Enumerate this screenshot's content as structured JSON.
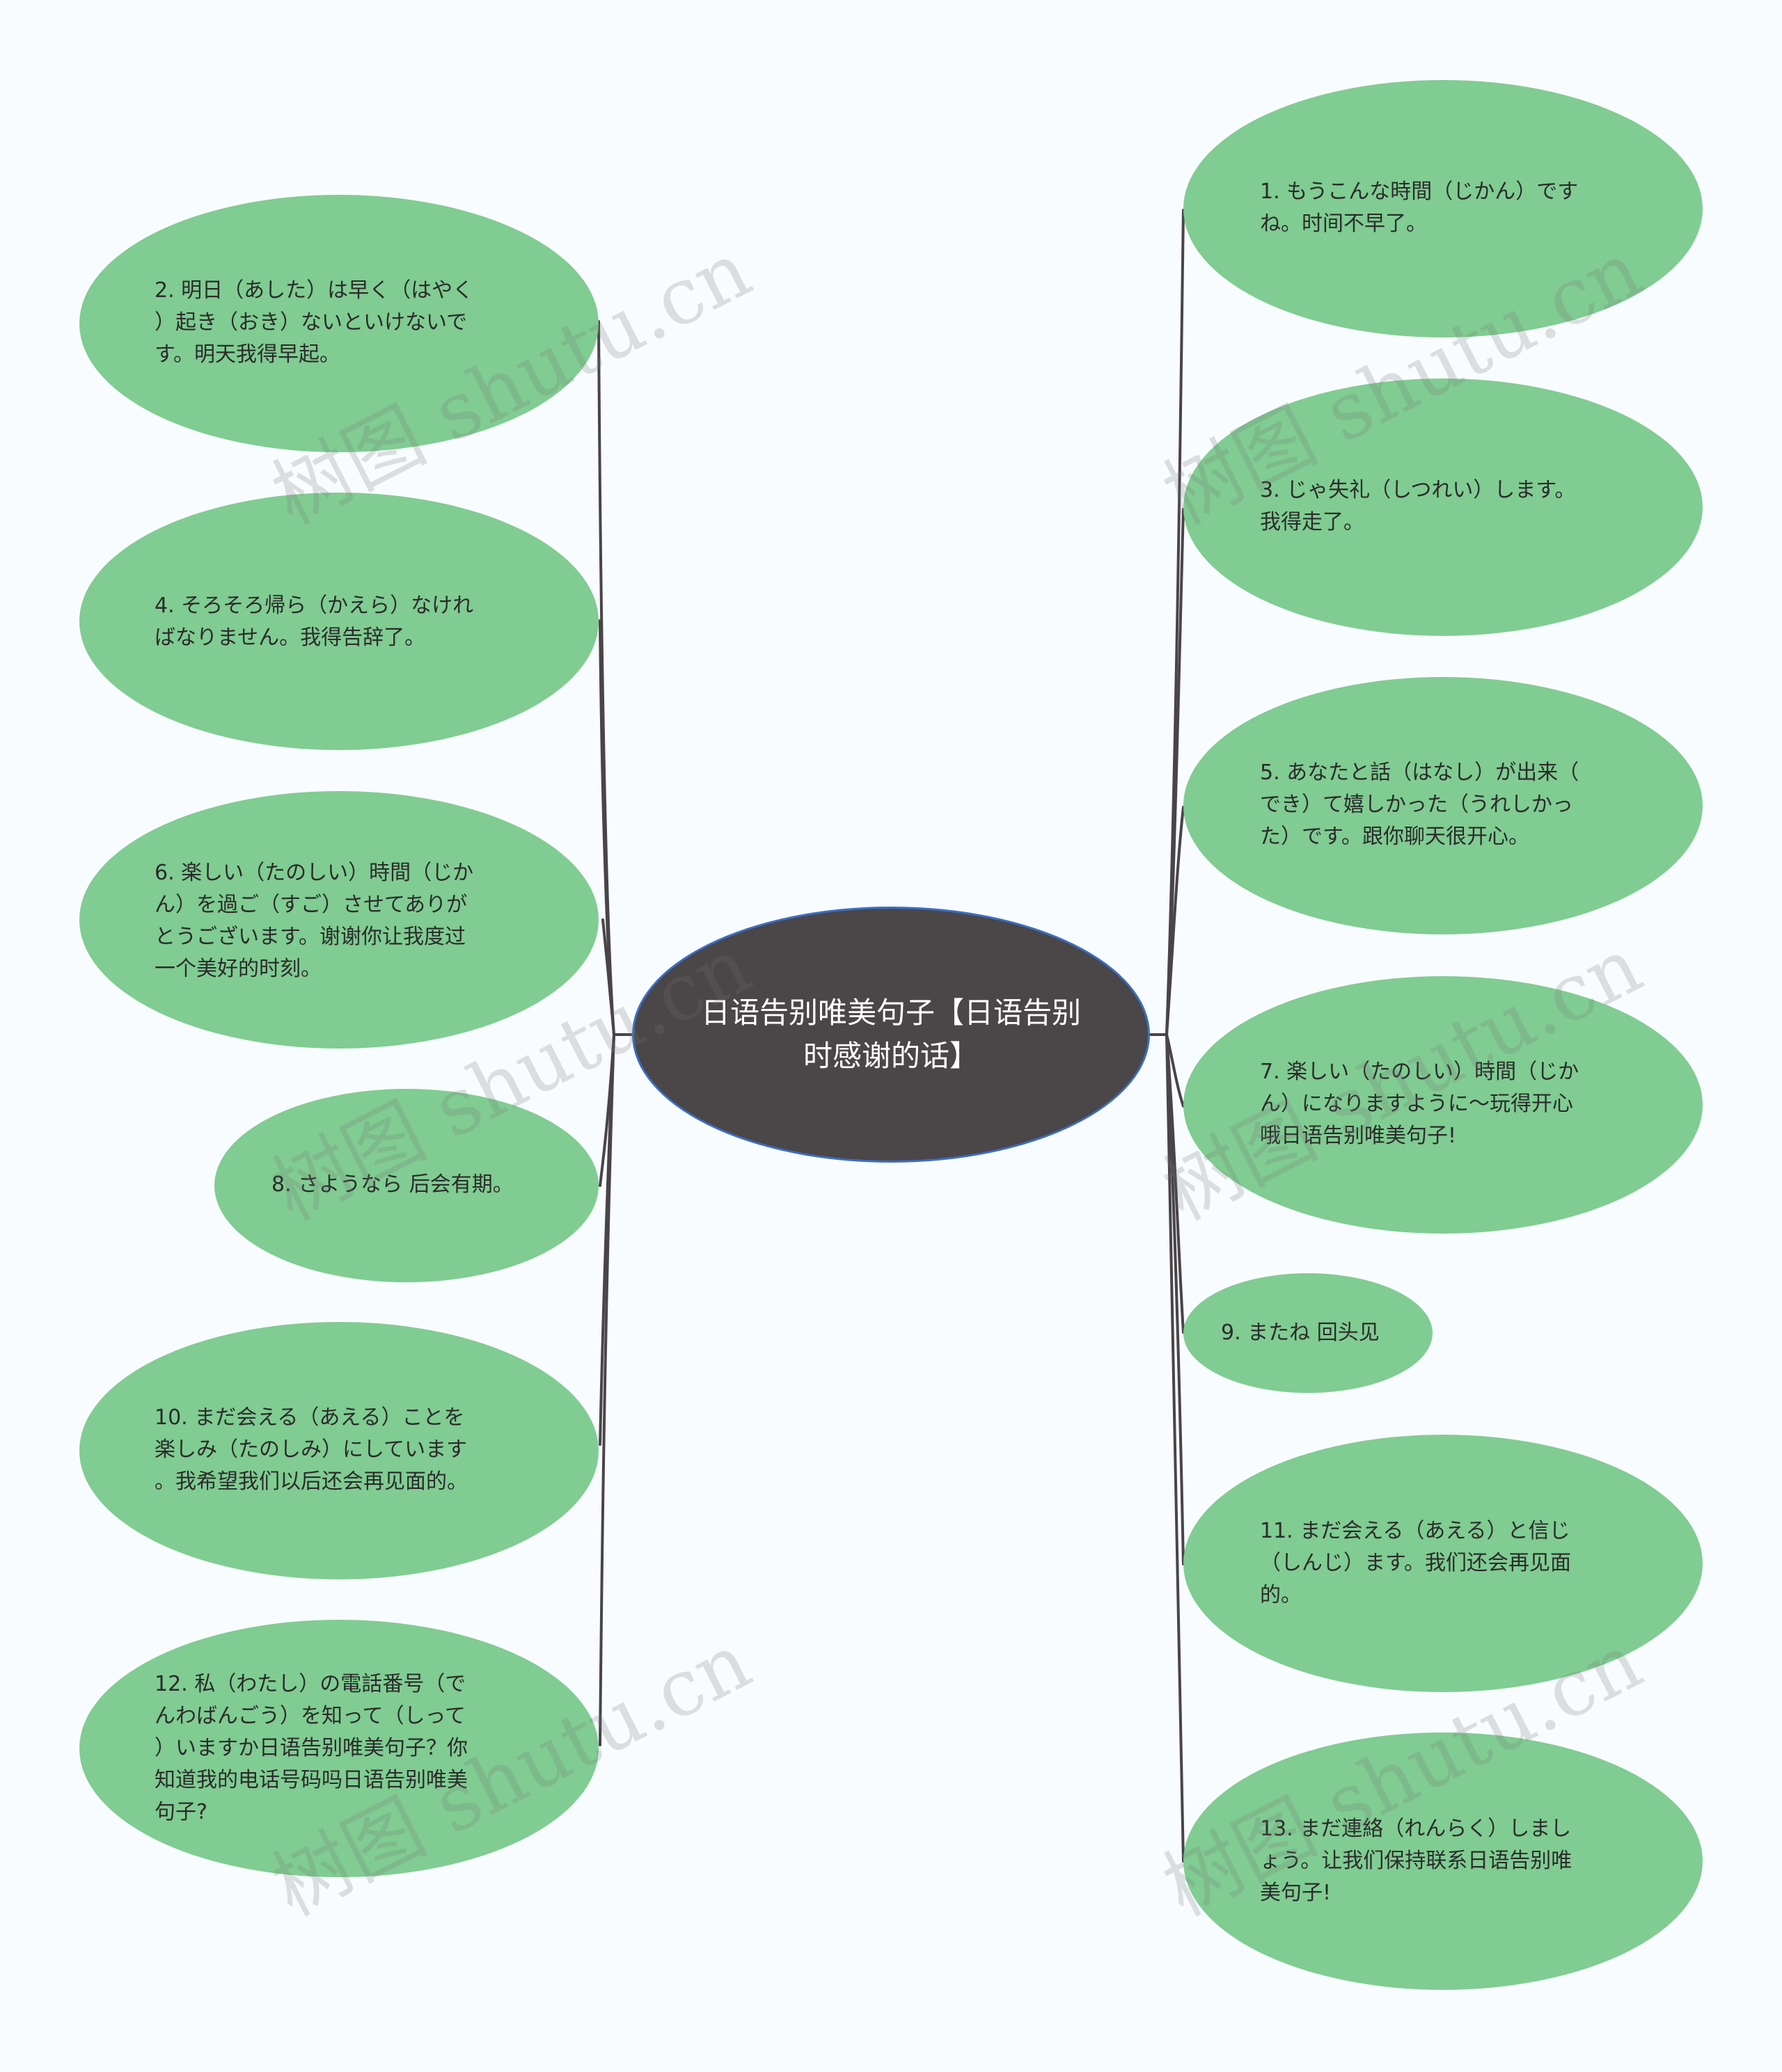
{
  "center_topic": "日语告别唯美句子【日语告别时感谢的话】",
  "watermark": "树图 shutu.cn",
  "colors": {
    "node_fill": "#80cc92",
    "center_fill": "#4b4648",
    "center_border": "#3a6fc4",
    "line": "#4a4448",
    "background": "#f8fcfe"
  },
  "nodes": {
    "n1": "1. もうこんな時間（じかん）です\nね。时间不早了。",
    "n2": "2. 明日（あした）は早く（はやく\n）起き（おき）ないといけないで\nす。明天我得早起。",
    "n3": "3. じゃ失礼（しつれい）します。\n我得走了。",
    "n4": "4. そろそろ帰ら（かえら）なけれ\nばなりません。我得告辞了。",
    "n5": "5. あなたと話（はなし）が出来（\nでき）て嬉しかった（うれしかっ\nた）です。跟你聊天很开心。",
    "n6": "6. 楽しい（たのしい）時間（じか\nん）を過ご（すご）させてありが\nとうございます。谢谢你让我度过\n一个美好的时刻。",
    "n7": "7. 楽しい（たのしい）時間（じか\nん）になりますように～玩得开心\n哦日语告别唯美句子!",
    "n8": "8. さようなら 后会有期。",
    "n9": "9. またね 回头见",
    "n10": "10. まだ会える（あえる）ことを\n楽しみ（たのしみ）にしています\n。我希望我们以后还会再见面的。",
    "n11": "11. まだ会える（あえる）と信じ\n（しんじ）ます。我们还会再见面\n的。",
    "n12": "12. 私（わたし）の電話番号（で\nんわばんごう）を知って（しって\n）いますか日语告别唯美句子？你\n知道我的电话号码吗日语告别唯美\n句子?",
    "n13": "13. まだ連絡（れんらく）しまし\nょう。让我们保持联系日语告别唯\n美句子!"
  }
}
